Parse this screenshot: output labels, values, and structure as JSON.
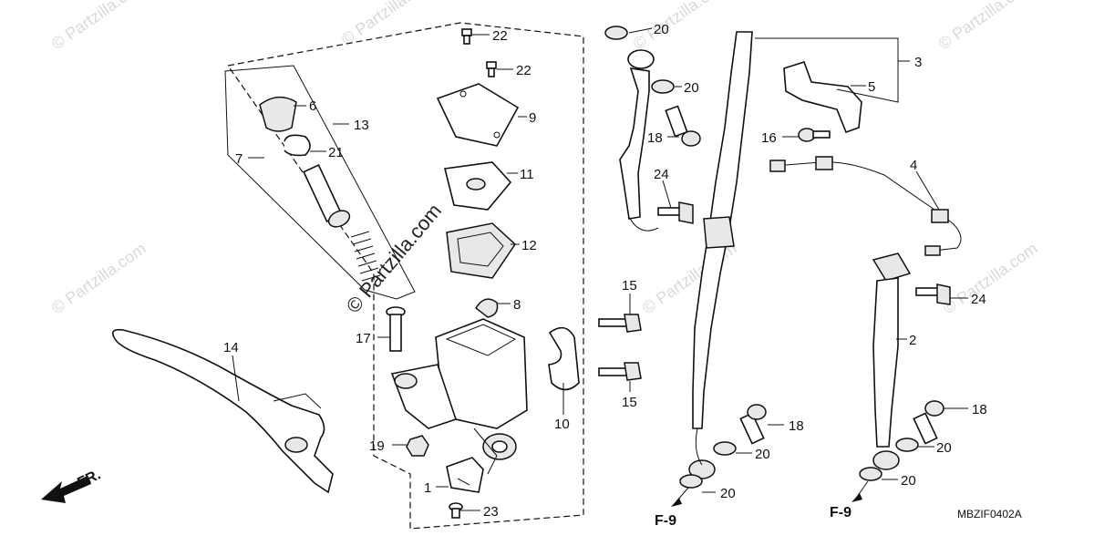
{
  "diagram": {
    "watermark_brand": "© Partzilla.com",
    "diagram_code": "MBZIF0402A",
    "front_indicator": "FR.",
    "parts": [
      {
        "num": "1"
      },
      {
        "num": "2"
      },
      {
        "num": "3"
      },
      {
        "num": "4"
      },
      {
        "num": "5"
      },
      {
        "num": "6"
      },
      {
        "num": "7"
      },
      {
        "num": "8"
      },
      {
        "num": "9"
      },
      {
        "num": "10"
      },
      {
        "num": "11"
      },
      {
        "num": "12"
      },
      {
        "num": "13"
      },
      {
        "num": "14"
      },
      {
        "num": "15"
      },
      {
        "num": "16"
      },
      {
        "num": "17"
      },
      {
        "num": "18"
      },
      {
        "num": "19"
      },
      {
        "num": "20"
      },
      {
        "num": "21"
      },
      {
        "num": "22"
      },
      {
        "num": "23"
      },
      {
        "num": "24"
      }
    ],
    "references": [
      {
        "label": "F-9"
      },
      {
        "label": "F-9"
      }
    ]
  }
}
